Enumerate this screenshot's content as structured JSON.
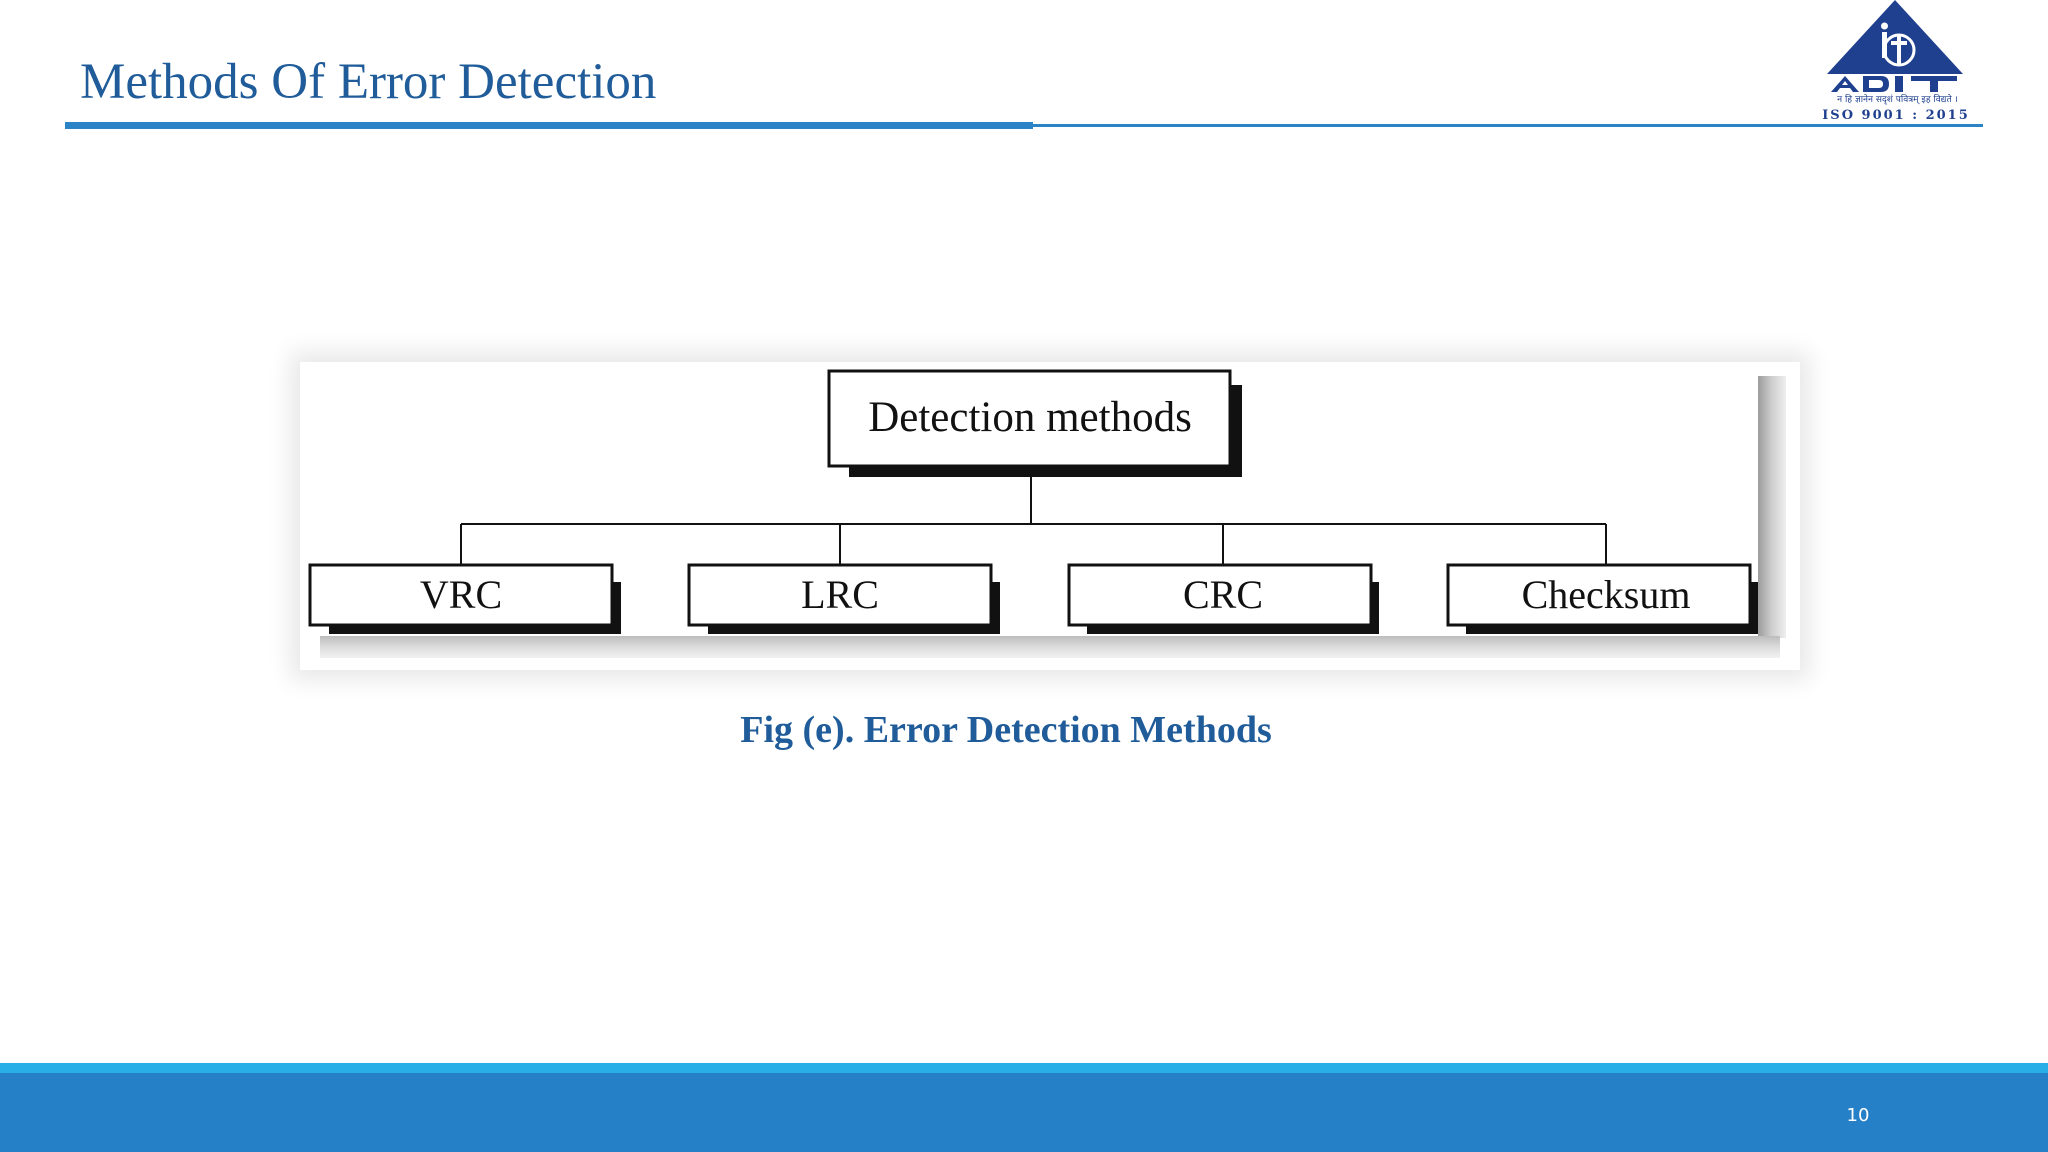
{
  "slide": {
    "title": "Methods Of Error Detection",
    "caption": "Fig (e). Error Detection Methods",
    "page_number": "10"
  },
  "logo": {
    "name": "ADIT",
    "motto": "न हि ज्ञानेन सदृशं पवित्रम् इह विद्यते ।",
    "iso": "ISO 9001 : 2015"
  },
  "diagram": {
    "root": "Detection methods",
    "children": [
      "VRC",
      "LRC",
      "CRC",
      "Checksum"
    ]
  },
  "colors": {
    "title": "#1f5c99",
    "rule": "#2a84c6",
    "footer": "#2680c7",
    "footer_accent": "#2aaee8",
    "logo": "#1f3f8f"
  }
}
